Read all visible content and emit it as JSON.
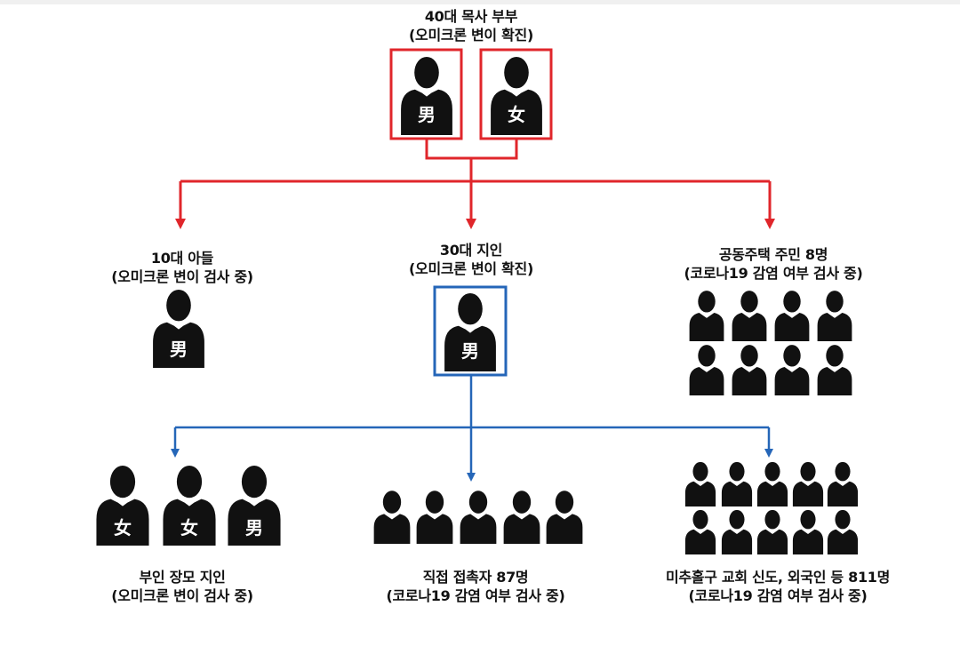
{
  "nodes": {
    "couple": {
      "line1": "40대 목사 부부",
      "line2": "(오미크론 변이 확진)",
      "glyphs": [
        "男",
        "女"
      ]
    },
    "son": {
      "line1": "10대 아들",
      "line2": "(오미크론 변이 검사 중)",
      "glyph": "男"
    },
    "acquaintance": {
      "line1": "30대 지인",
      "line2": "(오미크론 변이 확진)",
      "glyph": "男"
    },
    "residents": {
      "line1": "공동주택 주민 8명",
      "line2": "(코로나19 감염 여부 검사 중)"
    },
    "family": {
      "line1": "부인 장모 지인",
      "line2": "(오미크론 변이 검사 중)",
      "glyphs": [
        "女",
        "女",
        "男"
      ]
    },
    "contacts": {
      "line1": "직접 접촉자 87명",
      "line2": "(코로나19  감염 여부 검사 중)"
    },
    "church": {
      "line1": "미추홀구 교회 신도, 외국인 등 811명",
      "line2": "(코로나19  감염 여부 검사 중)"
    }
  },
  "colors": {
    "red": "#e0262b",
    "blue": "#2566b8",
    "figure": "#111111",
    "text": "#111111"
  }
}
